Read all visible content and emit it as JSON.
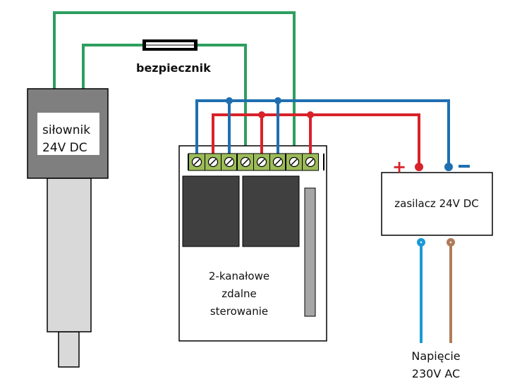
{
  "colors": {
    "blue_wire": "#1f6fb0",
    "red_wire": "#d8222a",
    "green_wire": "#2e9e5e",
    "ac_blue_wire": "#1a9ad8",
    "ac_brown_wire": "#b07c5a",
    "terminal_green": "#9bbb59",
    "relay_dark": "#404040",
    "actuator_body": "#7f7f7f",
    "actuator_rod": "#d9d9d9",
    "antenna_gray": "#a6a6a6"
  },
  "labels": {
    "actuator": [
      "siłownik",
      "24V DC"
    ],
    "fuse": "bezpiecznik",
    "controller": [
      "2-kanałowe",
      "zdalne",
      "sterowanie"
    ],
    "psu": "zasilacz 24V DC",
    "psu_plus": "+",
    "psu_minus": "–",
    "mains": [
      "Napięcie",
      "230V AC"
    ]
  },
  "terminals": {
    "count": 8,
    "wire_colors": [
      "blue",
      "red",
      "blue",
      "green",
      "red",
      "blue",
      "green",
      "red"
    ]
  }
}
